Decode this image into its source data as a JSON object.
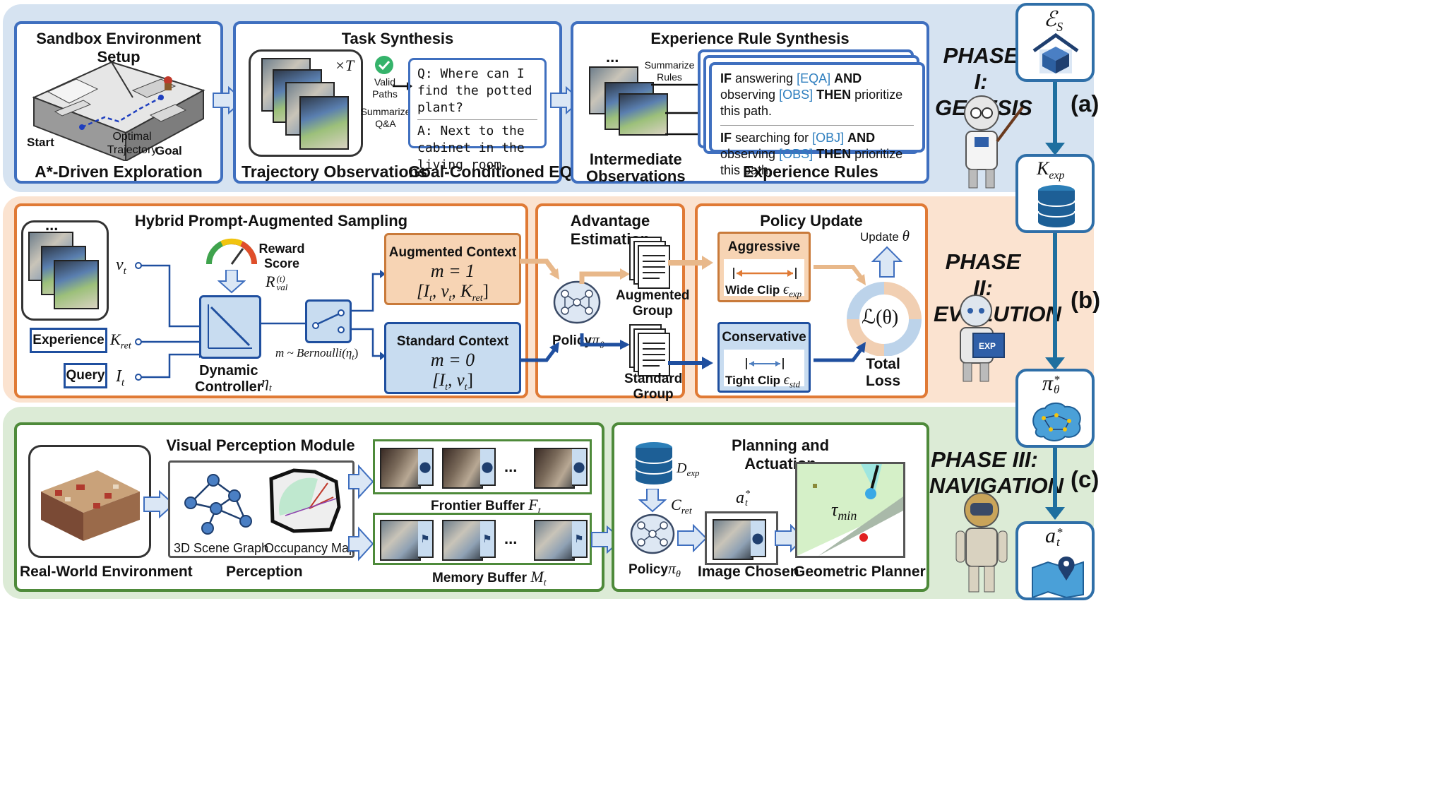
{
  "phase_a": {
    "sandbox": {
      "title": "Sandbox Environment Setup",
      "start": "Start",
      "goal": "Goal",
      "trajectory": "Optimal\nTrajectory",
      "caption": "A*-Driven Exploration"
    },
    "task": {
      "title": "Task Synthesis",
      "times_t": "×T",
      "valid_paths": "Valid\nPaths",
      "summarize_qa": "Summarize\nQ&A",
      "question": "Q: Where can I find the potted plant?",
      "answer": "A: Next to the cabinet in the living room.",
      "caption_left": "Trajectory Observations",
      "caption_right": "Goal-Conditioned EQA"
    },
    "rules": {
      "title": "Experience Rule Synthesis",
      "ellipsis": "...",
      "summarize_rules": "Summarize\nRules",
      "rule1": {
        "if": "IF",
        "p1": "answering",
        "eqa": "[EQA]",
        "and": "AND",
        "p2": "observing",
        "obs": "[OBS]",
        "then": "THEN",
        "p3": "prioritize this path."
      },
      "rule2": {
        "if": "IF",
        "p1": "searching for",
        "obj": "[OBJ]",
        "and": "AND",
        "p2": "observing",
        "obs": "[OBS]",
        "then": "THEN",
        "p3": "prioritize this path."
      },
      "caption_left": "Intermediate\nObservations",
      "caption_right": "Experience Rules"
    },
    "phase_title": "PHASE I:\nGENESIS",
    "tag": "(a)"
  },
  "phase_b": {
    "sampling": {
      "title": "Hybrid Prompt-Augmented Sampling",
      "ellipsis": "...",
      "v_t": "v",
      "v_t_sub": "t",
      "experience": "Experience",
      "k_ret": "K",
      "k_ret_sub": "ret",
      "query": "Query",
      "i_t": "I",
      "i_t_sub": "t",
      "reward": "Reward\nScore",
      "r_val": "R",
      "r_val_sup": "(t)",
      "r_val_sub": "val",
      "controller": "Dynamic\nController",
      "eta_t": "η",
      "eta_sub": "t",
      "bernoulli": "m ~ Bernoulli(η",
      "bernoulli_sub": "t",
      "aug_title": "Augmented Context",
      "aug_m": "m = 1",
      "aug_set": "[I",
      "std_title": "Standard Context",
      "std_m": "m = 0",
      "std_set": "[I"
    },
    "advantage": {
      "title": "Advantage Estimation",
      "augmented_group": "Augmented\nGroup",
      "standard_group": "Standard\nGroup",
      "policy": "Policy",
      "pi": "π",
      "pi_sub": "θ"
    },
    "policy_update": {
      "title": "Policy Update",
      "update": "Update",
      "theta": "θ",
      "aggressive": "Aggressive",
      "wide_clip": "Wide Clip",
      "eps_exp": "ϵ",
      "eps_exp_sub": "exp",
      "conservative": "Conservative",
      "tight_clip": "Tight Clip",
      "eps_std": "ϵ",
      "eps_std_sub": "std",
      "loss": "ℒ(θ)",
      "total_loss": "Total\nLoss"
    },
    "phase_title": "PHASE II:\nEVOLUTION",
    "tag": "(b)"
  },
  "phase_c": {
    "perception": {
      "title": "Visual Perception Module",
      "real_world": "Real-World Environment",
      "scene_graph": "3D Scene Graph",
      "occupancy": "Occupancy Map",
      "caption": "Perception",
      "frontier": "Frontier Buffer",
      "f_t": "F",
      "f_t_sub": "t",
      "memory": "Memory Buffer",
      "m_t": "M",
      "m_t_sub": "t",
      "ellipsis": "..."
    },
    "planning": {
      "title": "Planning and Actuation",
      "d_exp": "D",
      "d_exp_sub": "exp",
      "c_ret": "C",
      "c_ret_sub": "ret",
      "a_t": "a",
      "a_t_sup": "*",
      "a_t_sub": "t",
      "policy": "Policy",
      "pi": "π",
      "pi_sub": "θ",
      "image_chosen": "Image Chosen",
      "geometric_planner": "Geometric Planner",
      "tau_min": "τ",
      "tau_sub": "min"
    },
    "phase_title": "PHASE III:\nNAVIGATION",
    "tag": "(c)"
  },
  "sidebar": {
    "e_s": "ℰ",
    "e_s_sub": "S",
    "k_exp": "K",
    "k_exp_sub": "exp",
    "pi_star": "π",
    "pi_star_sup": "*",
    "pi_star_sub": "θ",
    "a_star": "a",
    "a_star_sup": "*",
    "a_star_sub": "t"
  },
  "colors": {
    "band_a": "#d6e3f1",
    "band_b": "#fbe3d0",
    "band_c": "#dcebd6",
    "blue": "#3f6fbf",
    "orange": "#e07a35",
    "green": "#4e8a3a",
    "teal": "#2f6fa8"
  },
  "icons": [
    "house-cube-icon",
    "database-icon",
    "brain-icon",
    "map-pin-icon",
    "gauge-icon",
    "switch-icon",
    "document-stack-icon",
    "cycle-icon",
    "neural-net-icon",
    "check-icon",
    "flag-icon"
  ]
}
